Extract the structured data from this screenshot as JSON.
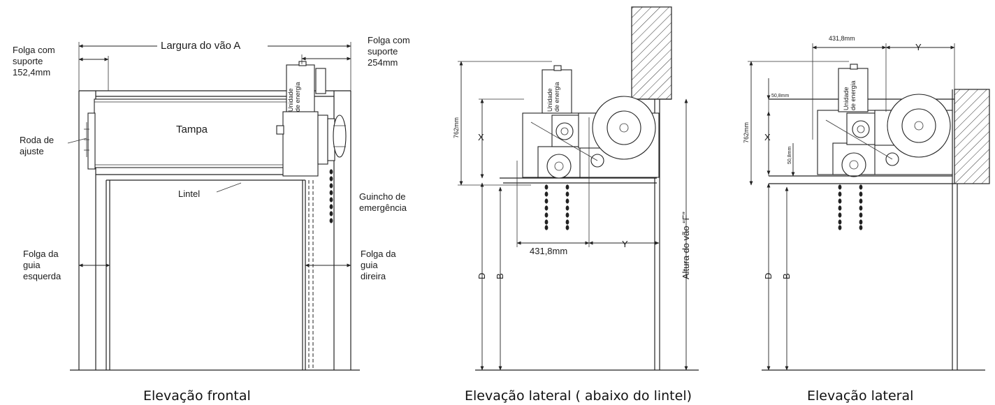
{
  "front": {
    "caption": "Elevação frontal",
    "width_label": "Largura do vão A",
    "left_clearance": [
      "Folga com",
      "suporte",
      "152,4mm"
    ],
    "right_clearance": [
      "Folga com",
      "suporte",
      "254mm"
    ],
    "adjust_wheel": [
      "Roda de",
      "ajuste"
    ],
    "cover": "Tampa",
    "lintel": "Lintel",
    "winch": [
      "Guincho de",
      "emergência"
    ],
    "left_guide": [
      "Folga da",
      "guia",
      "esquerda"
    ],
    "right_guide": [
      "Folga da",
      "guia",
      "direira"
    ],
    "power_unit": [
      "Unidade",
      "de energia"
    ]
  },
  "side_below": {
    "caption": "Elevação lateral ( abaixo do lintel)",
    "height_762": "762mm",
    "x": "X",
    "d": "D",
    "b": "B",
    "width_431": "431,8mm",
    "y": "Y",
    "opening_height": "Altura do vão “F”",
    "power_unit": [
      "Unidade",
      "de energia"
    ]
  },
  "side": {
    "caption": "Elevação lateral",
    "width_431": "431,8mm",
    "y": "Y",
    "height_762": "762mm",
    "dim_50_top": "50,8mm",
    "dim_50_side": "50,8mm",
    "x": "X",
    "d": "D",
    "b": "B",
    "power_unit": [
      "Unidade",
      "de energia"
    ]
  }
}
